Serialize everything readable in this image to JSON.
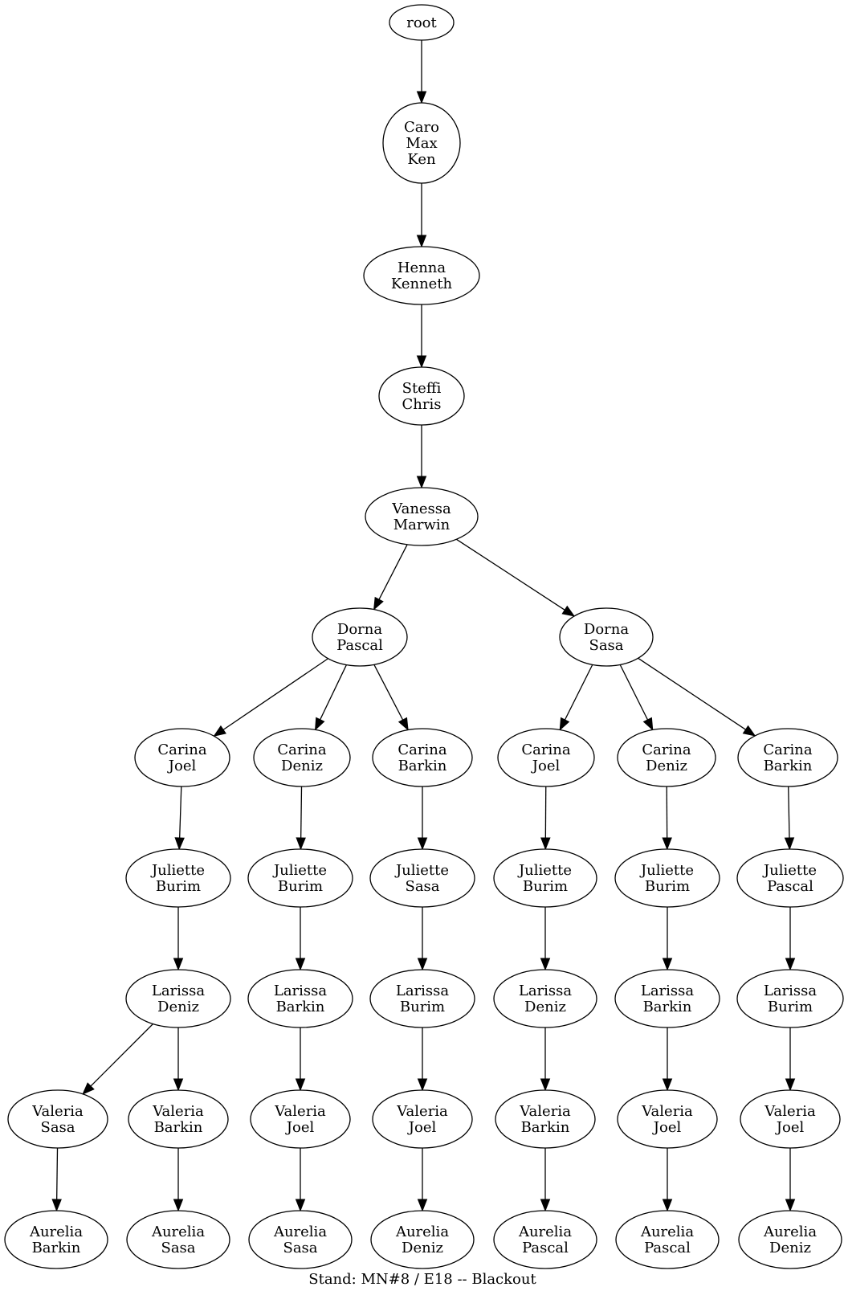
{
  "diagram": {
    "caption": "Stand: MN#8 / E18 -- Blackout",
    "colors": {
      "stroke": "#000000",
      "fill": "#ffffff",
      "text": "#000000"
    },
    "nodes": [
      {
        "id": "n0",
        "lines": [
          "root"
        ]
      },
      {
        "id": "n1",
        "lines": [
          "Caro",
          "Max",
          "Ken"
        ]
      },
      {
        "id": "n2",
        "lines": [
          "Henna",
          "Kenneth"
        ]
      },
      {
        "id": "n3",
        "lines": [
          "Steffi",
          "Chris"
        ]
      },
      {
        "id": "n4",
        "lines": [
          "Vanessa",
          "Marwin"
        ]
      },
      {
        "id": "n5",
        "lines": [
          "Dorna",
          "Pascal"
        ]
      },
      {
        "id": "n6",
        "lines": [
          "Dorna",
          "Sasa"
        ]
      },
      {
        "id": "n7",
        "lines": [
          "Carina",
          "Joel"
        ]
      },
      {
        "id": "n8",
        "lines": [
          "Carina",
          "Deniz"
        ]
      },
      {
        "id": "n9",
        "lines": [
          "Carina",
          "Barkin"
        ]
      },
      {
        "id": "n10",
        "lines": [
          "Carina",
          "Joel"
        ]
      },
      {
        "id": "n11",
        "lines": [
          "Carina",
          "Deniz"
        ]
      },
      {
        "id": "n12",
        "lines": [
          "Carina",
          "Barkin"
        ]
      },
      {
        "id": "n13",
        "lines": [
          "Juliette",
          "Burim"
        ]
      },
      {
        "id": "n14",
        "lines": [
          "Juliette",
          "Burim"
        ]
      },
      {
        "id": "n15",
        "lines": [
          "Juliette",
          "Sasa"
        ]
      },
      {
        "id": "n16",
        "lines": [
          "Juliette",
          "Burim"
        ]
      },
      {
        "id": "n17",
        "lines": [
          "Juliette",
          "Burim"
        ]
      },
      {
        "id": "n18",
        "lines": [
          "Juliette",
          "Pascal"
        ]
      },
      {
        "id": "n19",
        "lines": [
          "Larissa",
          "Deniz"
        ]
      },
      {
        "id": "n20",
        "lines": [
          "Larissa",
          "Barkin"
        ]
      },
      {
        "id": "n21",
        "lines": [
          "Larissa",
          "Burim"
        ]
      },
      {
        "id": "n22",
        "lines": [
          "Larissa",
          "Deniz"
        ]
      },
      {
        "id": "n23",
        "lines": [
          "Larissa",
          "Barkin"
        ]
      },
      {
        "id": "n24",
        "lines": [
          "Larissa",
          "Burim"
        ]
      },
      {
        "id": "n25",
        "lines": [
          "Valeria",
          "Sasa"
        ]
      },
      {
        "id": "n26",
        "lines": [
          "Valeria",
          "Barkin"
        ]
      },
      {
        "id": "n27",
        "lines": [
          "Valeria",
          "Joel"
        ]
      },
      {
        "id": "n28",
        "lines": [
          "Valeria",
          "Joel"
        ]
      },
      {
        "id": "n29",
        "lines": [
          "Valeria",
          "Barkin"
        ]
      },
      {
        "id": "n30",
        "lines": [
          "Valeria",
          "Joel"
        ]
      },
      {
        "id": "n31",
        "lines": [
          "Valeria",
          "Joel"
        ]
      },
      {
        "id": "n32",
        "lines": [
          "Aurelia",
          "Barkin"
        ]
      },
      {
        "id": "n33",
        "lines": [
          "Aurelia",
          "Sasa"
        ]
      },
      {
        "id": "n34",
        "lines": [
          "Aurelia",
          "Sasa"
        ]
      },
      {
        "id": "n35",
        "lines": [
          "Aurelia",
          "Deniz"
        ]
      },
      {
        "id": "n36",
        "lines": [
          "Aurelia",
          "Pascal"
        ]
      },
      {
        "id": "n37",
        "lines": [
          "Aurelia",
          "Pascal"
        ]
      },
      {
        "id": "n38",
        "lines": [
          "Aurelia",
          "Deniz"
        ]
      }
    ],
    "edges": [
      [
        "n0",
        "n1"
      ],
      [
        "n1",
        "n2"
      ],
      [
        "n2",
        "n3"
      ],
      [
        "n3",
        "n4"
      ],
      [
        "n4",
        "n5"
      ],
      [
        "n4",
        "n6"
      ],
      [
        "n5",
        "n7"
      ],
      [
        "n5",
        "n8"
      ],
      [
        "n5",
        "n9"
      ],
      [
        "n6",
        "n10"
      ],
      [
        "n6",
        "n11"
      ],
      [
        "n6",
        "n12"
      ],
      [
        "n7",
        "n13"
      ],
      [
        "n8",
        "n14"
      ],
      [
        "n9",
        "n15"
      ],
      [
        "n10",
        "n16"
      ],
      [
        "n11",
        "n17"
      ],
      [
        "n12",
        "n18"
      ],
      [
        "n13",
        "n19"
      ],
      [
        "n14",
        "n20"
      ],
      [
        "n15",
        "n21"
      ],
      [
        "n16",
        "n22"
      ],
      [
        "n17",
        "n23"
      ],
      [
        "n18",
        "n24"
      ],
      [
        "n19",
        "n25"
      ],
      [
        "n19",
        "n26"
      ],
      [
        "n20",
        "n27"
      ],
      [
        "n21",
        "n28"
      ],
      [
        "n22",
        "n29"
      ],
      [
        "n23",
        "n30"
      ],
      [
        "n24",
        "n31"
      ],
      [
        "n25",
        "n32"
      ],
      [
        "n26",
        "n33"
      ],
      [
        "n27",
        "n34"
      ],
      [
        "n28",
        "n35"
      ],
      [
        "n29",
        "n36"
      ],
      [
        "n30",
        "n37"
      ],
      [
        "n31",
        "n38"
      ]
    ]
  }
}
